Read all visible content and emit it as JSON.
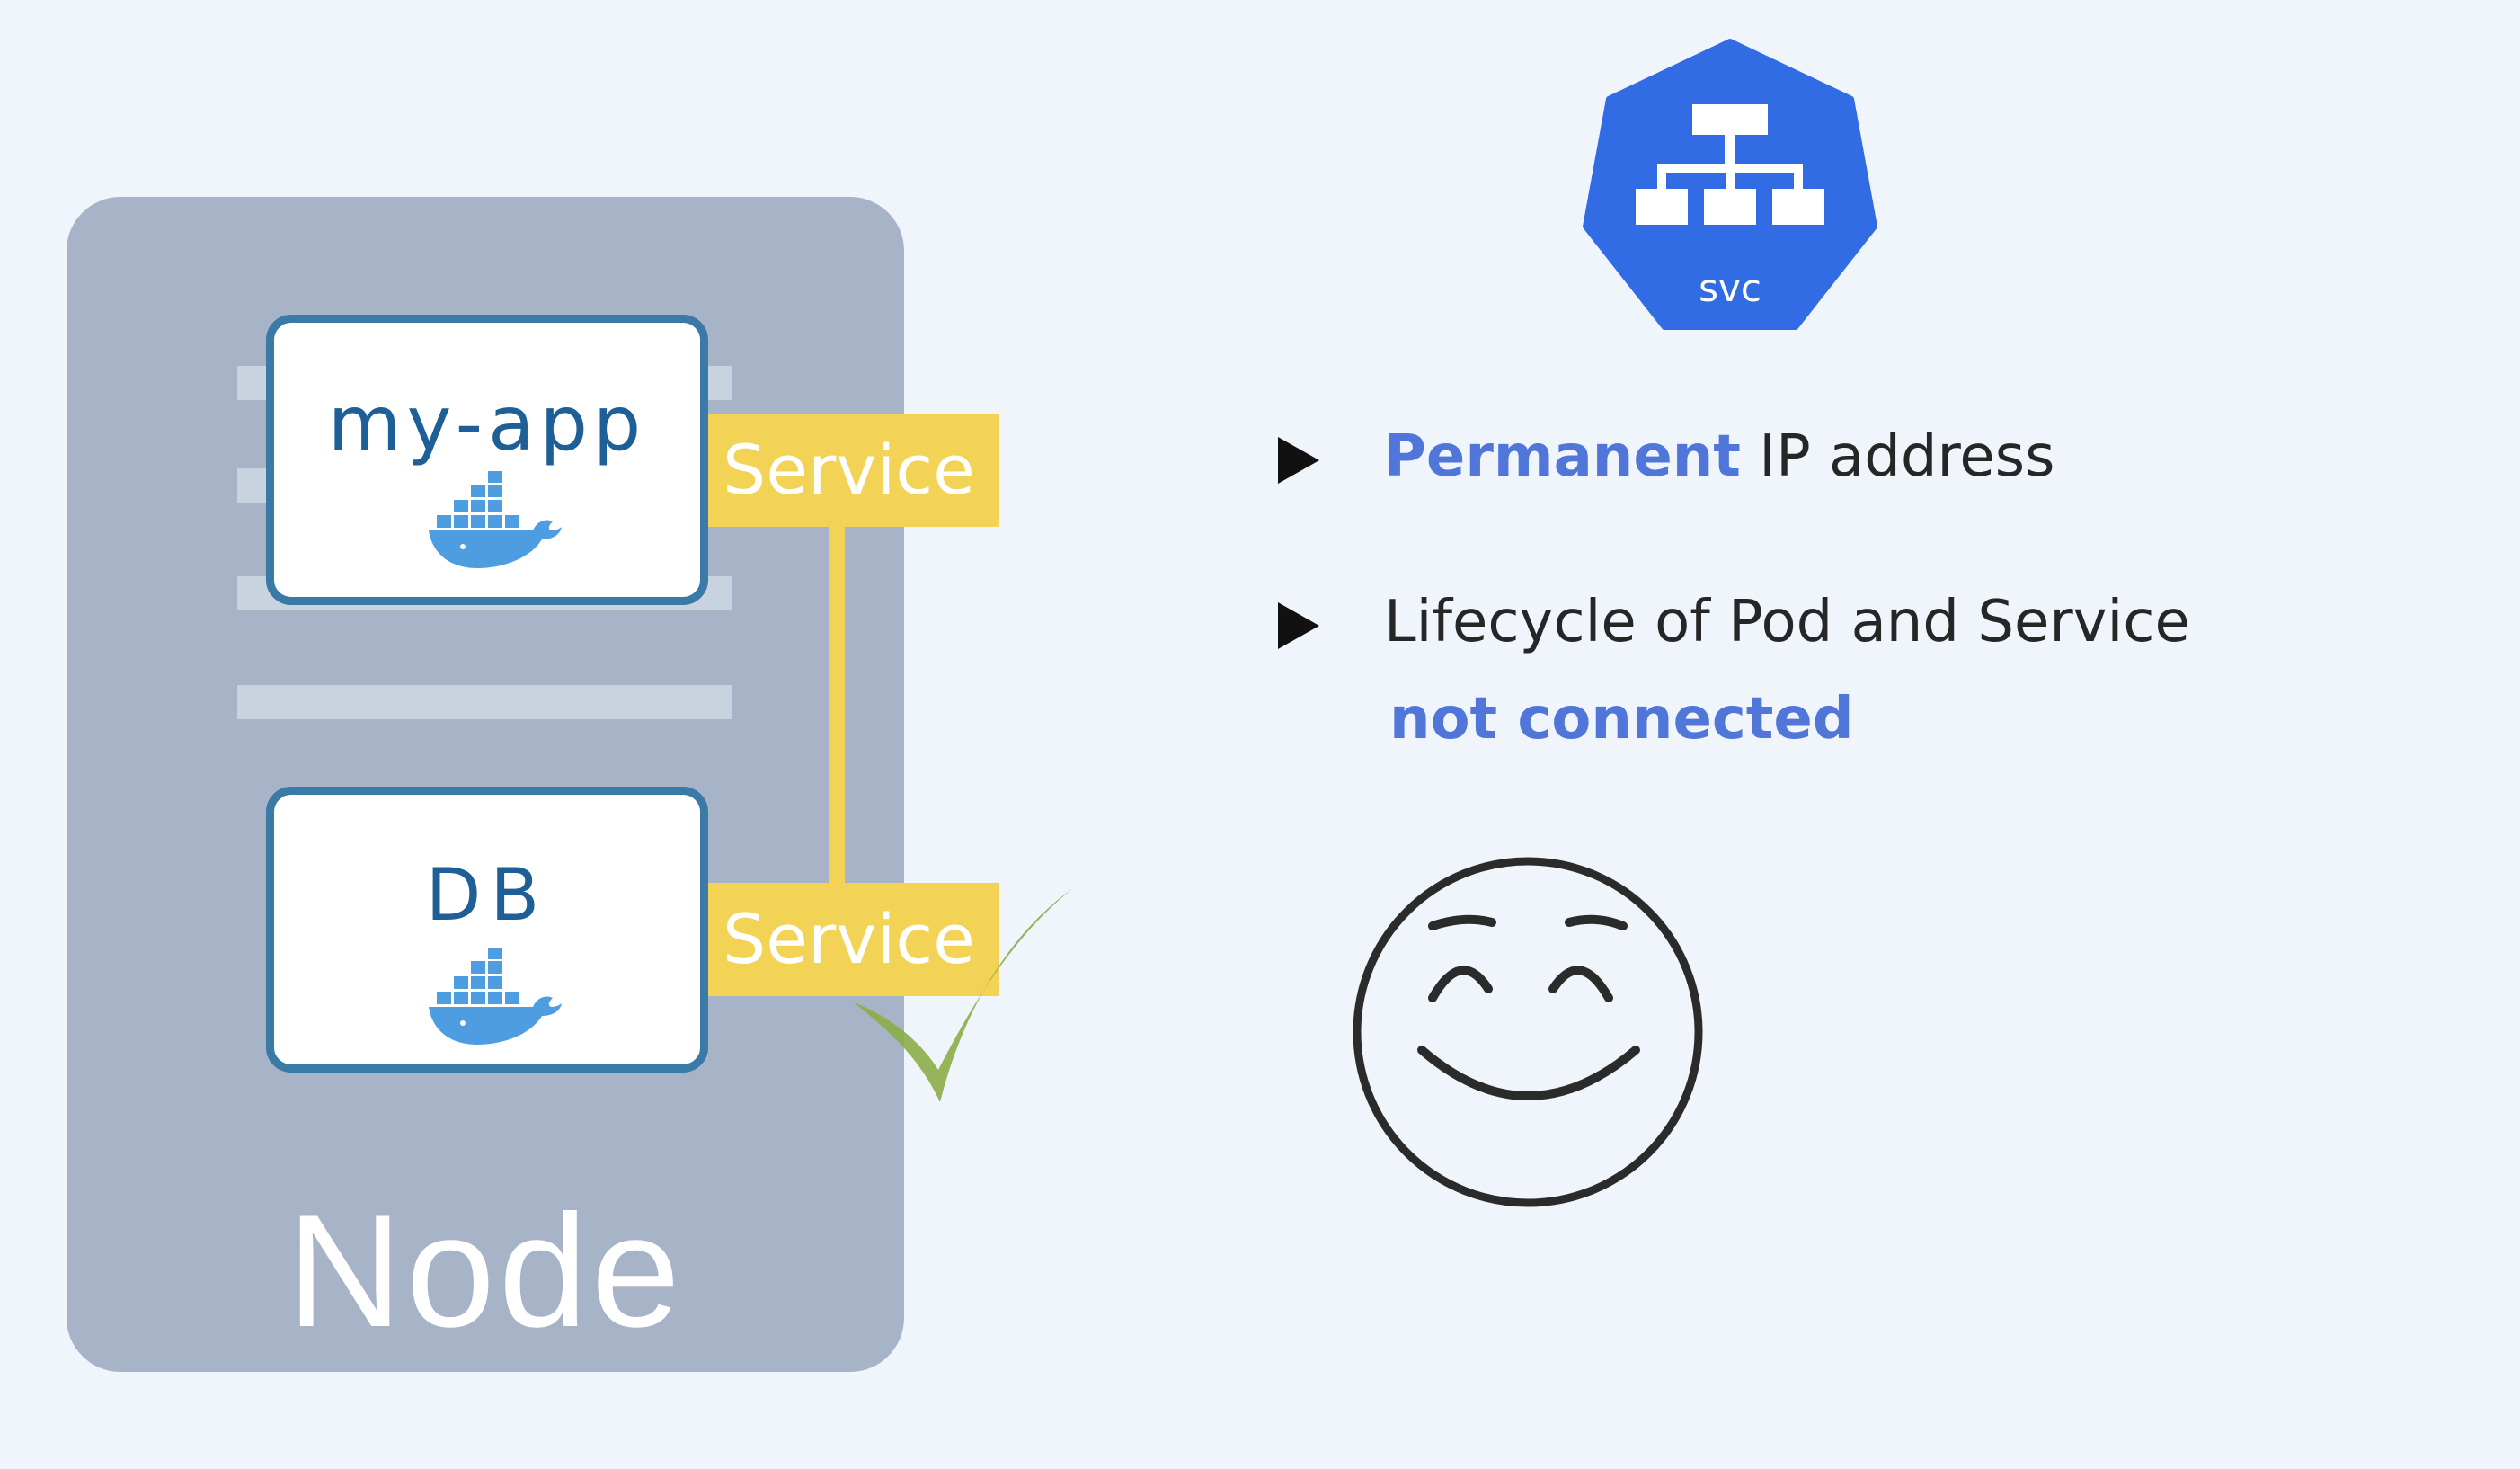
{
  "node": {
    "label": "Node"
  },
  "pods": [
    {
      "name": "my-app",
      "icon": "docker-whale-icon"
    },
    {
      "name": "DB",
      "icon": "docker-whale-icon"
    }
  ],
  "services": [
    {
      "label": "Service"
    },
    {
      "label": "Service"
    }
  ],
  "svc_badge": {
    "label": "svc",
    "icon": "service-network-icon",
    "color": "#326ce5"
  },
  "bullets": [
    {
      "highlight": "Permanent",
      "text": " IP address"
    },
    {
      "text": "Lifecycle of Pod and Service",
      "highlight": "not connected"
    }
  ],
  "colors": {
    "background": "#f0f5fc",
    "node": "#a7b4c8",
    "pod_border": "#3a7aa6",
    "service": "#f3d356",
    "check": "#8cad48",
    "highlight": "#4f76d8"
  }
}
